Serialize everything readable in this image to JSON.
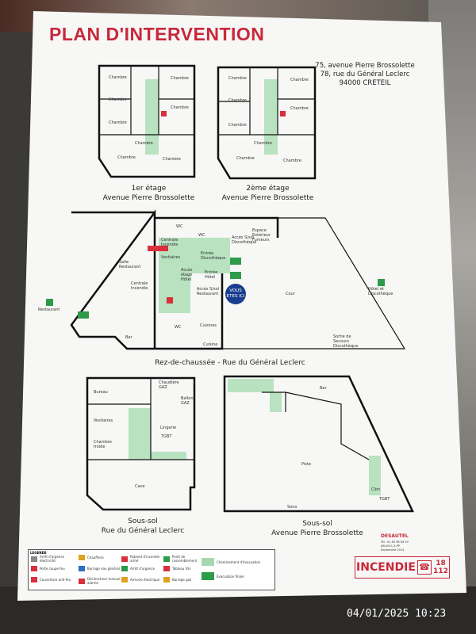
{
  "title": "PLAN D'INTERVENTION",
  "address": {
    "line1": "75, avenue Pierre Brossolette",
    "line2": "78, rue du Général Leclerc",
    "line3": "94000 CRETEIL"
  },
  "floors": {
    "first": {
      "name": "1er étage",
      "street": "Avenue Pierre Brossolette",
      "rooms": [
        "Chambre",
        "Chambre",
        "Chambre",
        "Chambre",
        "Chambre",
        "Chambre",
        "Chambre",
        "Chambre"
      ]
    },
    "second": {
      "name": "2ème étage",
      "street": "Avenue Pierre Brossolette",
      "rooms": [
        "Chambre",
        "Chambre",
        "Chambre",
        "Chambre",
        "Chambre",
        "Chambre",
        "Chambre",
        "Chambre"
      ]
    },
    "ground": {
      "name": "Rez-de-chaussée - Rue du Général Leclerc",
      "rooms": {
        "salle": "Salle Restaurant",
        "centrale1": "Centrale Incendie",
        "centrale2": "Centrale Incendie",
        "vestiaires": "Vestiaires",
        "wc1": "WC",
        "wc2": "WC",
        "wc3": "WC",
        "acces_disco": "Accès S/sol Discothèque",
        "fumeurs": "Espace Extérieur Fumeurs",
        "entree_disco": "Entrée Discothèque",
        "acces_hotel": "Accès étage Hôtel",
        "entree_hotel": "Entrée Hôtel",
        "acces_resto": "Accès S/sol Restaurant",
        "cuisines": "Cuisines",
        "cuisine": "Cuisine",
        "bar": "Bar",
        "cour": "Cour",
        "hotel_disco": "Hôtel et Discothèque",
        "restaurant": "Restaurant",
        "secours": "Sortie de Secours Discothèque"
      },
      "you_are_here": "VOUS ETES ICI"
    },
    "basement1": {
      "name": "Sous-sol",
      "street": "Rue du Général Leclerc",
      "rooms": {
        "bureau": "Bureau",
        "chaudiere": "Chaudière GAZ",
        "ballon": "Ballon GAZ",
        "vestiaires": "Vestiaires",
        "chambre_froide": "Chambre froide",
        "lingerie": "Lingerie",
        "tgbt": "TGBT",
        "cave": "Cave"
      }
    },
    "basement2": {
      "name": "Sous-sol",
      "street": "Avenue Pierre Brossolette",
      "rooms": {
        "bar": "Bar",
        "piste": "Piste",
        "sono": "Sono",
        "clim": "Clim",
        "tgbt": "TGBT"
      }
    }
  },
  "legend": {
    "title": "LEGENDE",
    "items": [
      {
        "label": "Arrêt d'urgence électricité",
        "color": "#888888"
      },
      {
        "label": "Porte coupe-feu",
        "color": "#d9303c"
      },
      {
        "label": "Couverture anti-feu",
        "color": "#d9303c"
      },
      {
        "label": "Chaufferie",
        "color": "#e0a020"
      },
      {
        "label": "Barrage eau général",
        "color": "#2a6fc0"
      },
      {
        "label": "Déclencheur manuel alarme",
        "color": "#d9303c"
      },
      {
        "label": "Robinet d'incendie armé",
        "color": "#d9303c"
      },
      {
        "label": "Arrêt d'urgence",
        "color": "#2e9a4a"
      },
      {
        "label": "Armoire électrique",
        "color": "#e0a020"
      },
      {
        "label": "Point de rassemblement",
        "color": "#2e9a4a"
      },
      {
        "label": "Tableau SSI",
        "color": "#d9303c"
      },
      {
        "label": "Barrage gaz",
        "color": "#e0a020"
      },
      {
        "label": "Cheminement d'évacuation",
        "color": "#a8d8b0"
      },
      {
        "label": "Évacuation finale",
        "color": "#2e9a4a"
      }
    ]
  },
  "brand": {
    "name": "DESAUTEL",
    "phone": "Tél : 01 83 98 84 50",
    "ref": "AB-0911-3-PP",
    "date": "Septembre 2014"
  },
  "emergency": {
    "label": "INCENDIE",
    "numbers": [
      "18",
      "112"
    ]
  },
  "timestamp": "04/01/2025 10:23",
  "colors": {
    "title": "#c8283a",
    "evacuation": "#a8d8b0",
    "exit": "#2e9a4a",
    "you_are_here": "#1a3d8f"
  }
}
